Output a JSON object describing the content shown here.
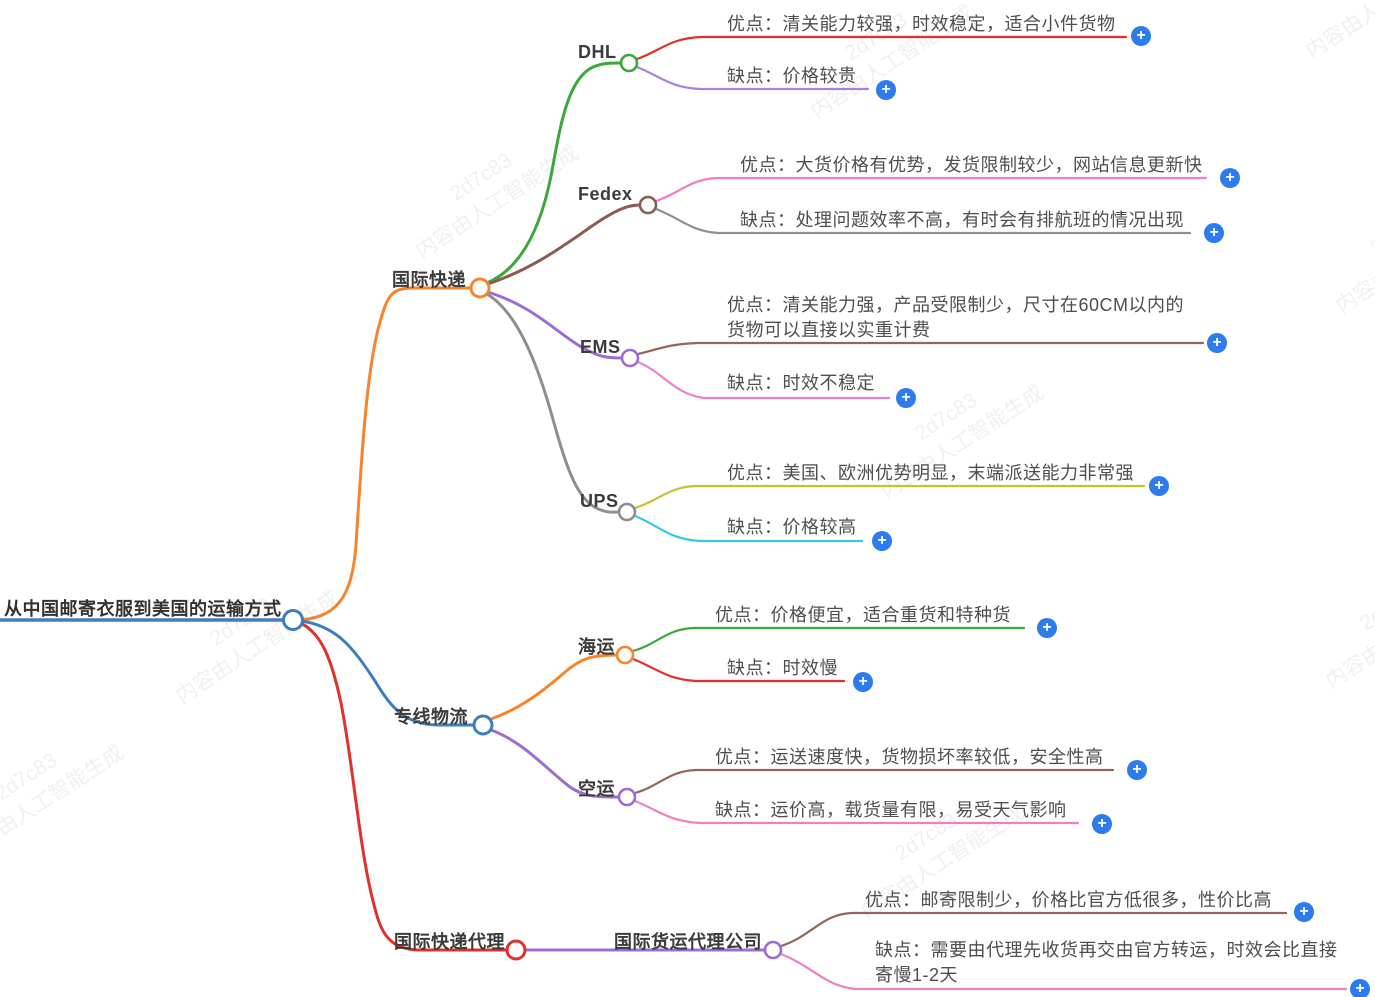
{
  "title": "从中国邮寄衣服到美国的运输方式",
  "root_color": "#3d7ebe",
  "icons": {
    "add_glyph": "+"
  },
  "colors": {
    "plus_button": "#2c7bef",
    "label_text": "#3b3b3b",
    "leaf_text": "#4e4e4e"
  },
  "watermark": {
    "code": "2d7c83",
    "label": "内容由人工智能生成"
  },
  "branches": [
    {
      "label": "国际快递",
      "color": "#f7842d",
      "children": [
        {
          "label": "DHL",
          "color": "#3da63d",
          "pros": {
            "text": "优点：清关能力较强，时效稳定，适合小件货物",
            "color": "#e0312b"
          },
          "cons": {
            "text": "缺点：价格较贵",
            "color": "#a982d8"
          }
        },
        {
          "label": "Fedex",
          "color": "#8c5b52",
          "pros": {
            "text": "优点：大货价格有优势，发货限制较少，网站信息更新快",
            "color": "#ef7fc5"
          },
          "cons": {
            "text": "缺点：处理问题效率不高，有时会有排航班的情况出现",
            "color": "#8e8e8e"
          }
        },
        {
          "label": "EMS",
          "color": "#9c6ecf",
          "pros": {
            "text": "优点：清关能力强，产品受限制少，尺寸在60CM以内的\n货物可以直接以实重计费",
            "color": "#96655a"
          },
          "cons": {
            "text": "缺点：时效不稳定",
            "color": "#ef7fc5"
          }
        },
        {
          "label": "UPS",
          "color": "#8e8e8e",
          "pros": {
            "text": "优点：美国、欧洲优势明显，末端派送能力非常强",
            "color": "#c5c12f"
          },
          "cons": {
            "text": "缺点：价格较高",
            "color": "#35c8e8"
          }
        }
      ]
    },
    {
      "label": "专线物流",
      "color": "#3d7ebe",
      "children": [
        {
          "label": "海运",
          "color": "#f7842d",
          "pros": {
            "text": "优点：价格便宜，适合重货和特种货",
            "color": "#3da63d"
          },
          "cons": {
            "text": "缺点：时效慢",
            "color": "#e0312b"
          }
        },
        {
          "label": "空运",
          "color": "#9c6ecf",
          "pros": {
            "text": "优点：运送速度快，货物损坏率较低，安全性高",
            "color": "#96655a"
          },
          "cons": {
            "text": "缺点：运价高，载货量有限，易受天气影响",
            "color": "#ef7fc5"
          }
        }
      ]
    },
    {
      "label": "国际快递代理",
      "color": "#e0312b",
      "children": [
        {
          "label": "国际货运代理公司",
          "color": "#9c6ecf",
          "pros": {
            "text": "优点：邮寄限制少，价格比官方低很多，性价比高",
            "color": "#96655a"
          },
          "cons": {
            "text": "缺点：需要由代理先收货再交由官方转运，时效会比直接\n寄慢1-2天",
            "color": "#ef7fc5"
          }
        }
      ]
    }
  ]
}
